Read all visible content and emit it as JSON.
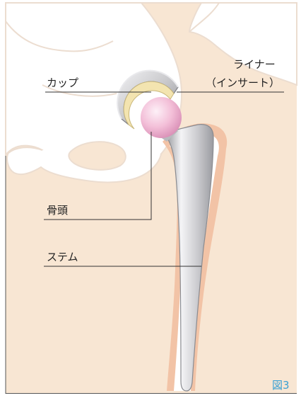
{
  "labels": {
    "cup": "カップ",
    "liner_line1": "ライナー",
    "liner_line2": "（インサート）",
    "head": "骨頭",
    "stem": "ステム"
  },
  "figure_number": "図3",
  "colors": {
    "background": "#f8e6d3",
    "bone": "#ffffff",
    "bone_outline": "#ecddd0",
    "femur_cortex": "#f2c3a6",
    "implant_metal": "#cfcfd2",
    "implant_shadow": "#8f9095",
    "liner": "#f3e4b0",
    "head": "#f3bfd8",
    "leader_line": "#333333",
    "figure_number": "#3aa0d4"
  }
}
